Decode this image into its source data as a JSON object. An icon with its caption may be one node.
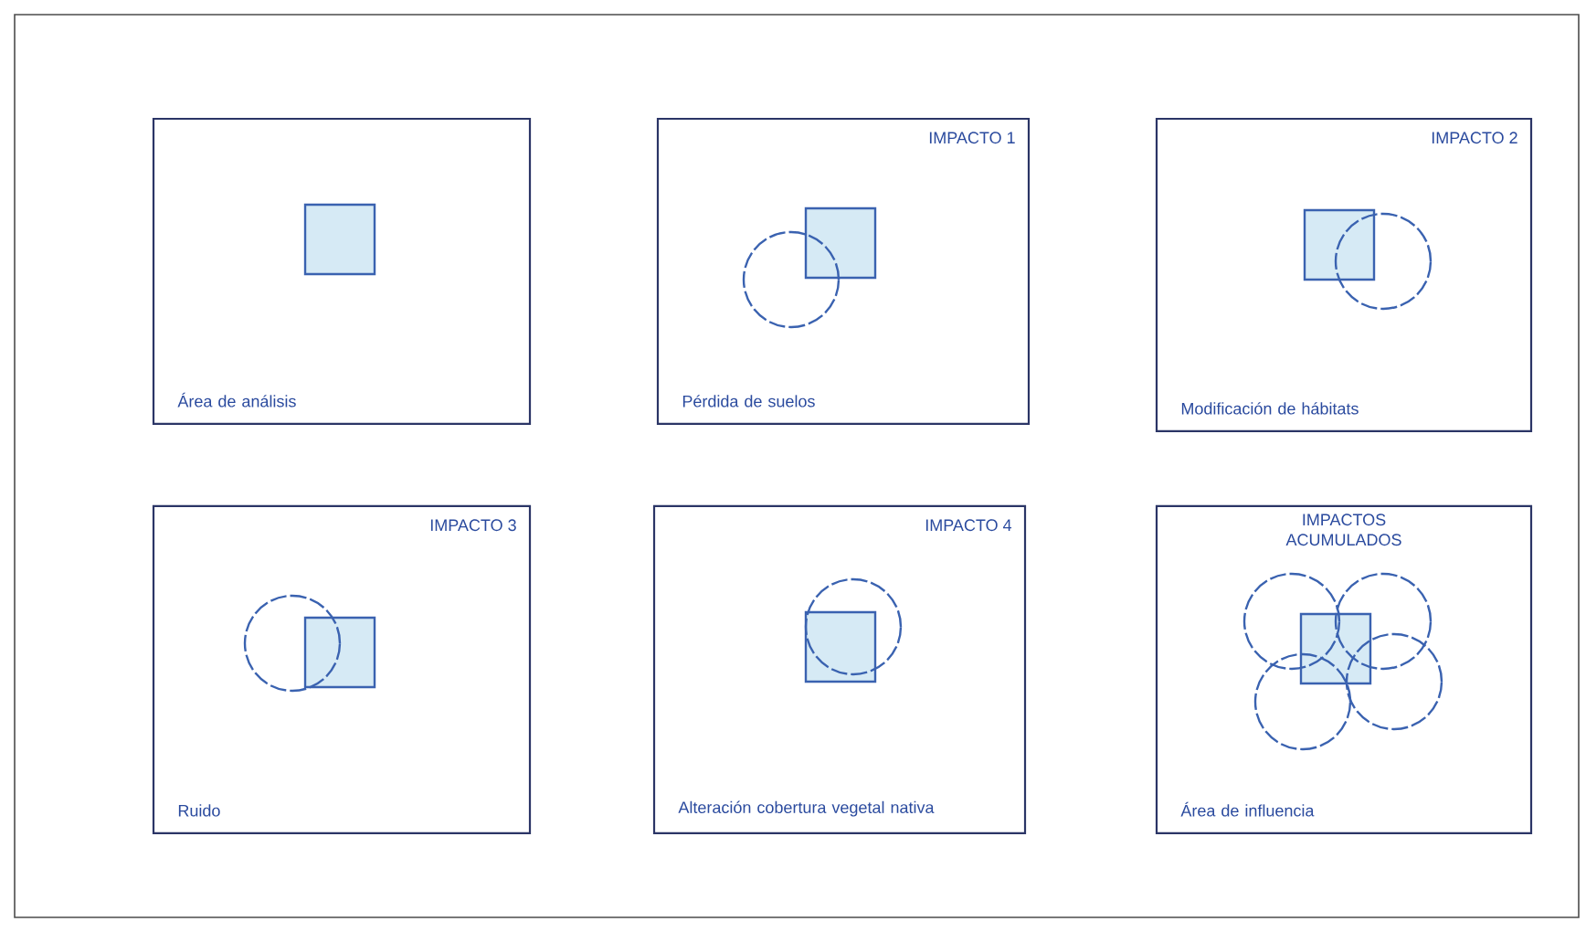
{
  "diagram": {
    "nodes": [
      {
        "text": [
          "Área de análisis"
        ]
      },
      {
        "text": [
          "IMPACTO 1",
          "Pérdida de suelos"
        ]
      },
      {
        "text": [
          "IMPACTO 2",
          "Modificación de hábitats"
        ]
      },
      {
        "text": [
          "IMPACTO 3",
          "Ruido"
        ]
      },
      {
        "text": [
          "IMPACTO 4",
          "Alteración cobertura vegetal nativa"
        ]
      },
      {
        "text": [
          "IMPACTOS ACUMULADOS",
          "Área de influencia"
        ]
      }
    ]
  }
}
